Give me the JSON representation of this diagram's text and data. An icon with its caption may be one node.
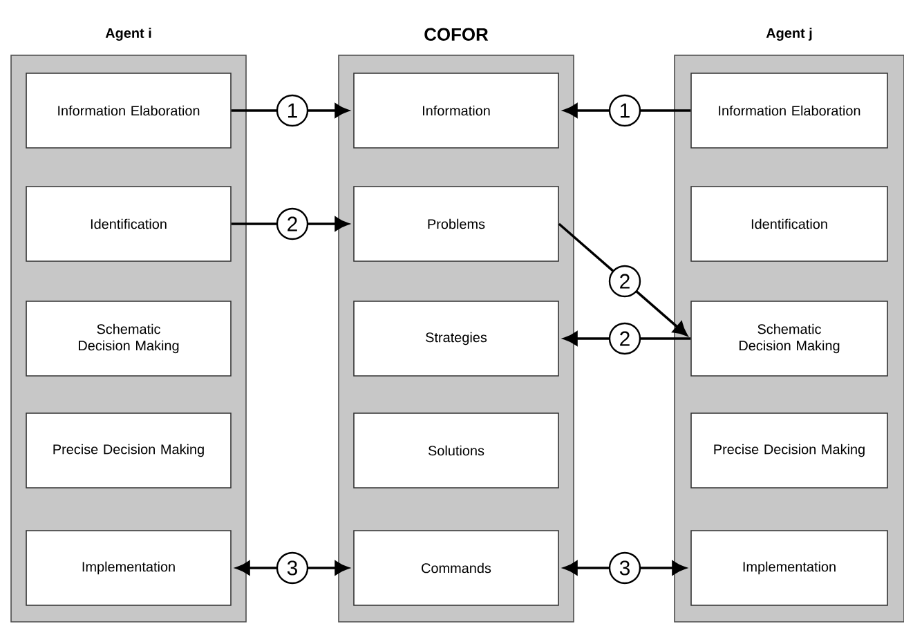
{
  "diagram": {
    "nodes": [
      {
        "text": [
          "Agent i"
        ]
      },
      {
        "text": [
          "Information Elaboration"
        ],
        "in": 0
      },
      {
        "text": [
          "Identification"
        ],
        "in": 0
      },
      {
        "text": [
          "Schematic Decision Making"
        ],
        "in": 0
      },
      {
        "text": [
          "Precise Decision Making"
        ],
        "in": 0
      },
      {
        "text": [
          "Implementation"
        ],
        "in": 0
      },
      {
        "text": [
          "COFOR"
        ]
      },
      {
        "text": [
          "Information"
        ],
        "in": 6
      },
      {
        "text": [
          "Problems"
        ],
        "in": 6
      },
      {
        "text": [
          "Strategies"
        ],
        "in": 6
      },
      {
        "text": [
          "Solutions"
        ],
        "in": 6
      },
      {
        "text": [
          "Commands"
        ],
        "in": 6
      },
      {
        "text": [
          "Agent j"
        ]
      },
      {
        "text": [
          "Information Elaboration"
        ],
        "in": 12
      },
      {
        "text": [
          "Identification"
        ],
        "in": 12
      },
      {
        "text": [
          "Schematic Decision Making"
        ],
        "in": 12
      },
      {
        "text": [
          "Precise Decision Making"
        ],
        "in": 12
      },
      {
        "text": [
          "Implementation"
        ],
        "in": 12
      }
    ],
    "edges": [
      {
        "from": 1,
        "to": 7,
        "arrow": "to",
        "label": "1"
      },
      {
        "from": 13,
        "to": 7,
        "arrow": "to",
        "label": "1"
      },
      {
        "from": 2,
        "to": 8,
        "arrow": "to",
        "label": "2"
      },
      {
        "from": 8,
        "to": 15,
        "arrow": "to",
        "label": "2"
      },
      {
        "from": 15,
        "to": 9,
        "arrow": "to",
        "label": "2"
      },
      {
        "from": 5,
        "to": 11,
        "arrow": "both",
        "label": "3"
      },
      {
        "from": 11,
        "to": 17,
        "arrow": "both",
        "label": "3"
      }
    ]
  }
}
